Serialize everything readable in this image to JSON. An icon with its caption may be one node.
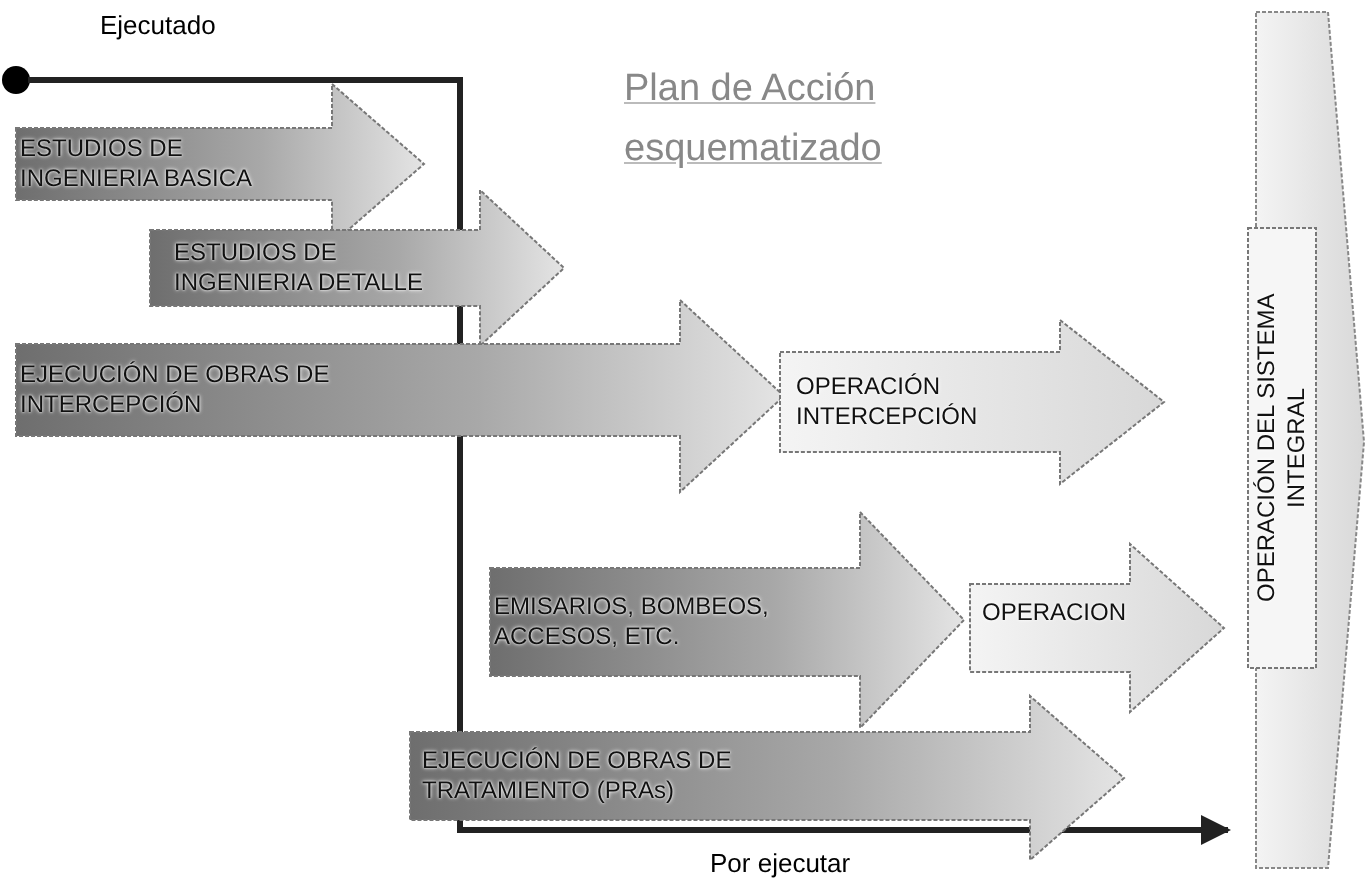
{
  "diagram": {
    "title": "Plan de Acción esquematizado",
    "nodes": [
      {
        "text": [
          "ESTUDIOS DE INGENIERIA BASICA"
        ]
      },
      {
        "text": [
          "ESTUDIOS DE INGENIERIA DETALLE"
        ]
      },
      {
        "text": [
          "EJECUCIÓN DE OBRAS DE INTERCEPCIÓN"
        ]
      },
      {
        "text": [
          "OPERACIÓN INTERCEPCIÓN"
        ]
      },
      {
        "text": [
          "EMISARIOS, BOMBEOS, ACCESOS, ETC."
        ]
      },
      {
        "text": [
          "OPERACION"
        ]
      },
      {
        "text": [
          "EJECUCIÓN DE OBRAS DE TRATAMIENTO (PRAs)"
        ]
      },
      {
        "text": [
          "OPERACIÓN DEL SISTEMA INTEGRAL"
        ]
      }
    ],
    "labels": [
      "Ejecutado",
      "Por ejecutar"
    ]
  }
}
